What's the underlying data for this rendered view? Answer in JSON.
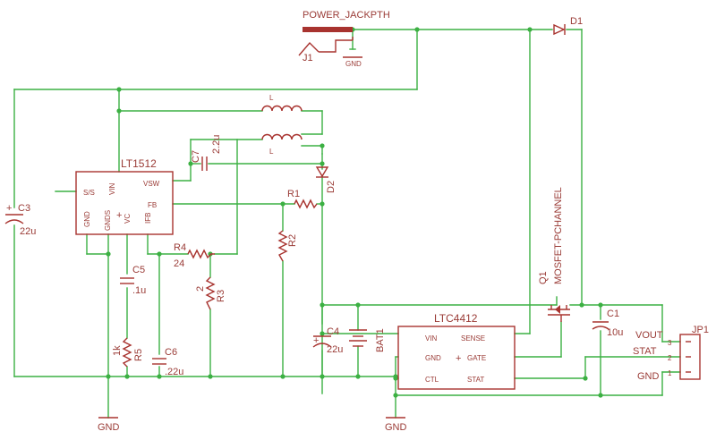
{
  "labels": {
    "power_jack_value": "POWER_JACKPTH",
    "j1": "J1",
    "gnd_j1": "GND",
    "d1": "D1",
    "lt1512": "LT1512",
    "lt_vsw": "VSW",
    "lt_vin": "VIN",
    "lt_ss": "S/S",
    "lt_fb": "FB",
    "lt_gnd": "GND",
    "lt_gnds": "GNDS",
    "lt_vc": "VC",
    "lt_ifb": "IFB",
    "lt_plus": "+",
    "l_top": "L",
    "l_bot": "L",
    "c7": "C7",
    "c7_val": "2.2u",
    "d2": "D2",
    "r1": "R1",
    "r2": "R2",
    "r4": "R4",
    "r4_val": "24",
    "r3": "R3",
    "r3_val": "2",
    "c3": "C3",
    "c3_val": "22u",
    "c5": "C5",
    "c5_val": ".1u",
    "r5": "R5",
    "r5_val": "1k",
    "c6": "C6",
    "c6_val": ".22u",
    "c4": "C4",
    "c4_val": "22u",
    "bat1": "BAT1",
    "ltc4412": "LTC4412",
    "ltc_vin": "VIN",
    "ltc_sense": "SENSE",
    "ltc_gnd": "GND",
    "ltc_gate": "GATE",
    "ltc_plus": "+",
    "ltc_ctl": "CTL",
    "ltc_stat": "STAT",
    "q1": "Q1",
    "q1_val": "MOSFET-PCHANNEL",
    "c1": "C1",
    "c1_val": "10u",
    "jp1": "JP1",
    "jp_vout": "VOUT",
    "jp_stat": "STAT",
    "jp_gnd": "GND",
    "pin3": "3",
    "pin2": "2",
    "pin1": "1",
    "gnd_left": "GND",
    "gnd_right": "GND"
  },
  "colors": {
    "wire": "#3cb043",
    "part": "#a8332f",
    "text": "#9a3b36"
  }
}
